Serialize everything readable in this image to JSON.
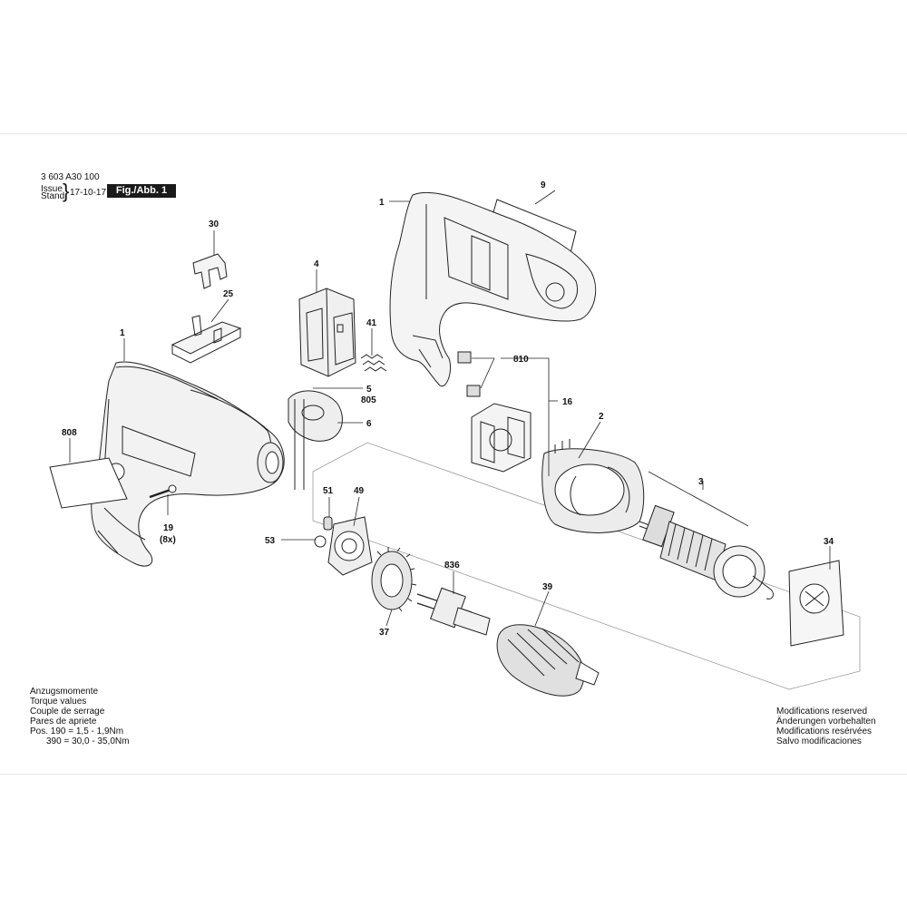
{
  "header": {
    "part_number": "3 603 A30 100",
    "issue_label": "Issue",
    "stand_label": "Stand",
    "brace": "}",
    "issue_date": "17-10-17",
    "figure_label": "Fig./Abb. 1"
  },
  "callouts": {
    "c30": "30",
    "c25": "25",
    "c4": "4",
    "c1a": "1",
    "c1b": "1",
    "c9": "9",
    "c41": "41",
    "c5": "5",
    "c805": "805",
    "c6": "6",
    "c808": "808",
    "c19": "19",
    "c8x": "(8x)",
    "c810": "810",
    "c16": "16",
    "c2": "2",
    "c3": "3",
    "c51": "51",
    "c49": "49",
    "c53": "53",
    "c836": "836",
    "c39": "39",
    "c37": "37",
    "c34": "34"
  },
  "torque_notes": {
    "line1": "Anzugsmomente",
    "line2": "Torque values",
    "line3": "Couple de serrage",
    "line4": "Pares de apriete",
    "line5": "Pos. 190 =    1,5  -   1,9Nm",
    "line6": "390 =  30,0  -  35,0Nm"
  },
  "modification_notes": {
    "line1": "Modifications reserved",
    "line2": "Änderungen vorbehalten",
    "line3": "Modifications resérvées",
    "line4": "Salvo modificaciones"
  }
}
